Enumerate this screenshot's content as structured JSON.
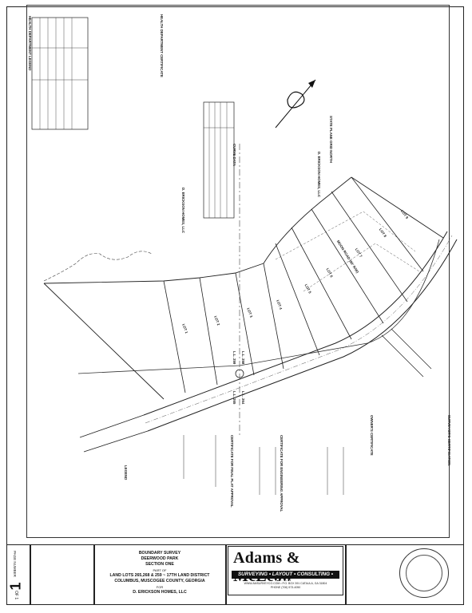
{
  "title_block": {
    "survey_type": "BOUNDARY SURVEY",
    "subdivision": "DEERWOOD PARK",
    "section": "SECTION ONE",
    "part_of": "PART OF",
    "land_lots": "LAND LOTS 265,268 & 259 ~ 17TH LAND DISTRICT",
    "location": "COLUMBUS, MUSCOGEE COUNTY, GEORGIA",
    "for_label": "FOR",
    "client": "D. ERICKSON HOMES, LLC",
    "page_number": "1",
    "page_total": "OF 1",
    "page_number_label": "PAGE NUMBER"
  },
  "company": {
    "name": "Adams & McLean",
    "services": "SURVEYING • LAYOUT • CONSULTING • PLANNING",
    "web_address": "WWW.AMSURVEYCO.COM • P.O. BOX 391 CATAULA, GA 31804",
    "phone": "PHONE (706) 573-4050"
  },
  "plat_labels": {
    "health_certificate": "HEALTH DEPARTMENT CERTIFICATE",
    "health_legend": "HEALTH DEPARTMENT LEGEND",
    "curve_data": "CURVE DATA",
    "north": "STATE PLANE GRID NORTH",
    "owners_certificate": "OWNER'S CERTIFICATE",
    "engineering_certificate": "CERTIFICATE FOR ENGINEERING APPROVAL",
    "planning_certificate": "CERTIFICATE FOR FINAL PLAT APPROVAL",
    "surveyors_certification": "SURVEYOR'S CERTIFICATION",
    "legend": "LEGEND",
    "ll_258": "L.L. 258",
    "ll_259": "L.L. 259",
    "ll_264": "L.L. 264",
    "ll_265": "L.L. 265",
    "road": "MOON ROAD (80' R/W)",
    "owner_a": "D. ERICKSON HOMES, LLC",
    "owner_b": "D. ERICKSON HOMES, LLC"
  },
  "lots": [
    "LOT 1",
    "LOT 2",
    "LOT 3",
    "LOT 4",
    "LOT 5",
    "LOT 6",
    "LOT 7",
    "LOT 8",
    "LOT 9"
  ]
}
